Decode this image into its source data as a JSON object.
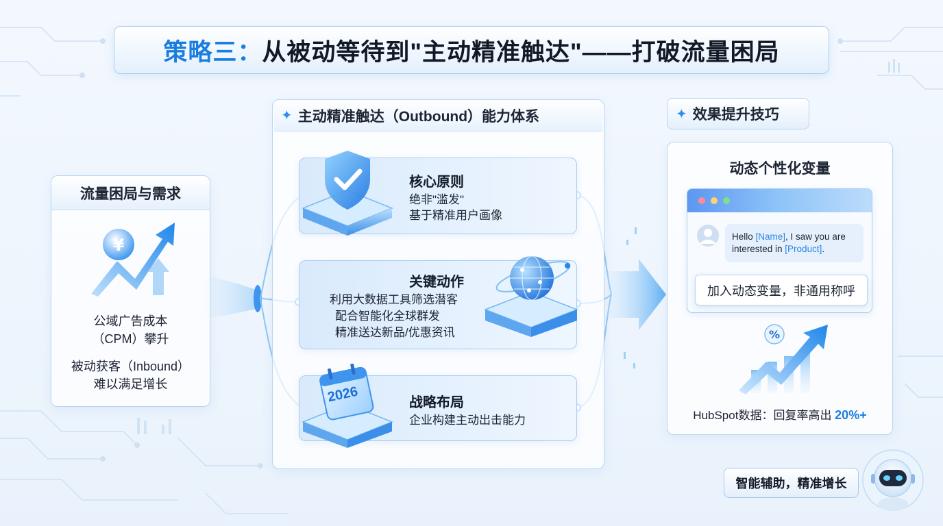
{
  "title": {
    "prefix": "策略三：",
    "main": "从被动等待到\"主动精准触达\"——打破流量困局"
  },
  "left": {
    "heading": "流量困局与需求",
    "icon": "yen-coin-rising-arrow-icon",
    "line1": "公域广告成本",
    "line2": "（CPM）攀升",
    "line3": "被动获客（Inbound）",
    "line4": "难以满足增长"
  },
  "middle": {
    "heading": "主动精准触达（Outbound）能力体系",
    "cards": [
      {
        "icon": "shield-check-icon",
        "title": "核心原则",
        "lines": [
          "绝非\"滥发\"",
          "基于精准用户画像"
        ]
      },
      {
        "icon": "globe-network-icon",
        "title": "关键动作",
        "lines": [
          "利用大数据工具筛选潜客",
          "配合智能化全球群发",
          "精准送达新品/优惠资讯"
        ]
      },
      {
        "icon": "calendar-icon",
        "icon_label": "2026",
        "title": "战略布局",
        "lines": [
          "企业构建主动出击能力"
        ]
      }
    ]
  },
  "right": {
    "heading": "效果提升技巧",
    "subheading": "动态个性化变量",
    "message": {
      "p1": "Hello ",
      "v1": "[Name]",
      "p2": ", I saw you are interested in ",
      "v2": "[Product]",
      "p3": "."
    },
    "tag": "加入动态变量，非通用称呼",
    "stat_label": "HubSpot数据：回复率高出 ",
    "stat_value": "20%+",
    "chart_icon": "percent-growth-arrow-icon"
  },
  "assistant": {
    "label": "智能辅助，精准增长",
    "icon": "robot-icon"
  },
  "colors": {
    "accent": "#1a7ee0",
    "border": "#a8ccf0",
    "background": "#f3f8fe"
  }
}
